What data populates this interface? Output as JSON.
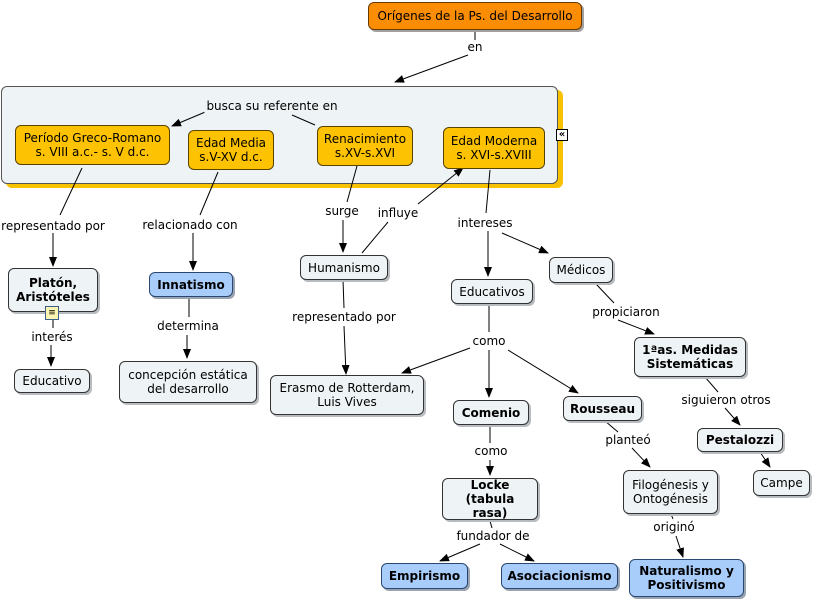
{
  "nodes": {
    "origenes": "Orígenes de la Ps. del Desarrollo",
    "greco": "Período Greco-Romano\ns. VIII a.c.- s. V d.c.",
    "media": "Edad Media\ns.V-XV d.c.",
    "renacimiento": "Renacimiento\ns.XV-s.XVI",
    "moderna": "Edad Moderna\ns. XVI-s.XVIII",
    "platon": "Platón,\nAristóteles",
    "innatismo": "Innatismo",
    "humanismo": "Humanismo",
    "educativos": "Educativos",
    "medicos": "Médicos",
    "educativo": "Educativo",
    "concepcion": "concepción estática\ndel desarrollo",
    "erasmo": "Erasmo de Rotterdam,\nLuis Vives",
    "comenio": "Comenio",
    "rousseau": "Rousseau",
    "medidas": "1ªas. Medidas\nSistemáticas",
    "pestalozzi": "Pestalozzi",
    "campe": "Campe",
    "locke": "Locke\n(tabula rasa)",
    "filogenesis": "Filogénesis y\nOntogénesis",
    "empirismo": "Empirismo",
    "asociacionismo": "Asociacionismo",
    "naturalismo": "Naturalismo y\nPositivismo"
  },
  "labels": {
    "en": "en",
    "busca": "busca su referente en",
    "representado1": "representado por",
    "relacionado": "relacionado con",
    "surge": "surge",
    "influye": "influye",
    "intereses": "intereses",
    "interes": "interés",
    "determina": "determina",
    "representado2": "representado por",
    "como1": "como",
    "propiciaron": "propiciaron",
    "siguieron": "siguieron otros",
    "como2": "como",
    "planteo": "planteó",
    "fundador": "fundador de",
    "origino": "originó"
  },
  "colors": {
    "root": "#fb8d05",
    "era": "#fdc201",
    "highlight": "#a9cdfb",
    "default": "#eef3f5",
    "group_shadow": "#f8c200"
  },
  "icons": {
    "collapse": "collapse-icon",
    "note": "note-icon"
  }
}
